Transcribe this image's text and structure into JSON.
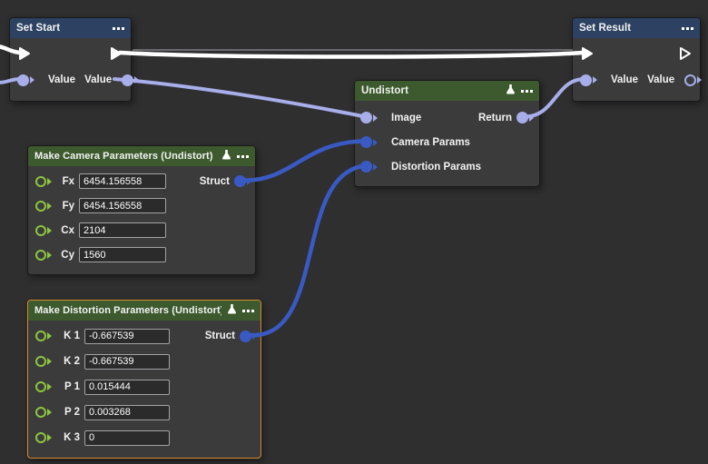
{
  "canvas": {
    "background": "#2f2f30"
  },
  "colors": {
    "node_body": "#3b3b3b",
    "header_blue": "#2d4263",
    "header_green": "#3d5a2e",
    "wire_exec": "#ffffff",
    "wire_value": "#a7aeea",
    "wire_struct": "#3a5ac3",
    "pin_number_green": "#8dc63f",
    "selection_orange": "#d38b2e"
  },
  "nodes": {
    "set_start": {
      "title": "Set Start",
      "left_value_label": "Value",
      "right_value_label": "Value"
    },
    "set_result": {
      "title": "Set Result",
      "left_value_label": "Value",
      "right_value_label": "Value"
    },
    "undistort": {
      "title": "Undistort",
      "input_image": "Image",
      "input_camera": "Camera Params",
      "input_distortion": "Distortion Params",
      "output_label": "Return"
    },
    "camera": {
      "title": "Make Camera Parameters (Undistort)",
      "output_label": "Struct",
      "rows": [
        {
          "label": "Fx",
          "value": "6454.156558"
        },
        {
          "label": "Fy",
          "value": "6454.156558"
        },
        {
          "label": "Cx",
          "value": "2104"
        },
        {
          "label": "Cy",
          "value": "1560"
        }
      ]
    },
    "distortion": {
      "title": "Make Distortion Parameters (Undistort)",
      "output_label": "Struct",
      "rows": [
        {
          "label": "K 1",
          "value": "-0.667539"
        },
        {
          "label": "K 2",
          "value": "-0.667539"
        },
        {
          "label": "P 1",
          "value": "0.015444"
        },
        {
          "label": "P 2",
          "value": "0.003268"
        },
        {
          "label": "K 3",
          "value": "0"
        }
      ]
    }
  }
}
